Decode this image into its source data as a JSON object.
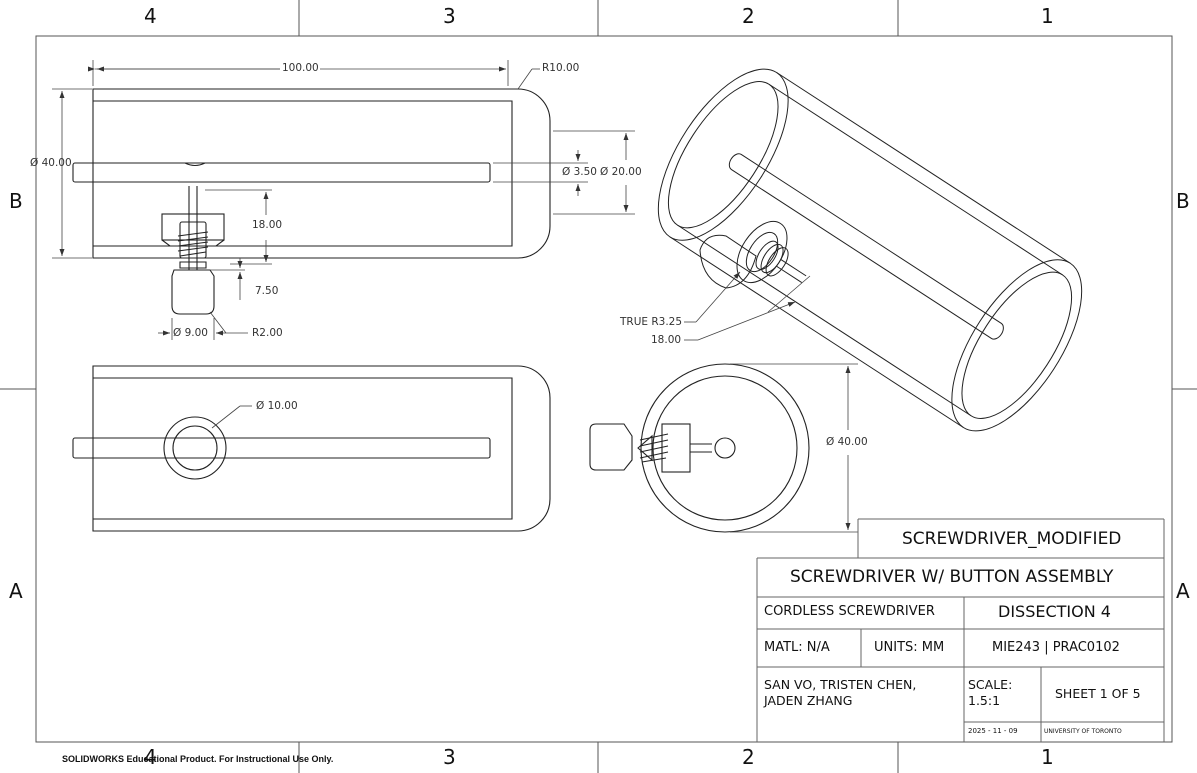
{
  "zones": {
    "top": [
      "4",
      "3",
      "2",
      "1"
    ],
    "bottom": [
      "4",
      "3",
      "2",
      "1"
    ],
    "left": [
      "B",
      "A"
    ],
    "right": [
      "B",
      "A"
    ]
  },
  "dimensions": {
    "length": "100.00",
    "corner_radius": "R10.00",
    "outer_diameter": "Ø 40.00",
    "slot_width": "Ø 3.50",
    "inner_diameter": "Ø 20.00",
    "button_offset": "18.00",
    "button_height": "7.50",
    "button_diameter": "Ø 9.00",
    "button_radius": "R2.00",
    "true_radius": "TRUE R3.25",
    "iso_offset": "18.00",
    "hole_diameter": "Ø 10.00",
    "end_diameter": "Ø 40.00"
  },
  "title_block": {
    "drawing_name": "SCREWDRIVER_MODIFIED",
    "title": "SCREWDRIVER W/ BUTTON ASSEMBLY",
    "product": "CORDLESS SCREWDRIVER",
    "dissection": "DISSECTION 4",
    "material": "MATL: N/A",
    "units": "UNITS: MM",
    "course": "MIE243 | PRAC0102",
    "authors_line1": "SAN VO, TRISTEN CHEN,",
    "authors_line2": "JADEN ZHANG",
    "scale_label": "SCALE:",
    "scale_value": "1.5:1",
    "sheet": "SHEET 1 OF 5",
    "date": "2025 - 11 - 09",
    "institution": "UNIVERSITY OF TORONTO"
  },
  "footer": "SOLIDWORKS Educational Product. For Instructional Use Only."
}
